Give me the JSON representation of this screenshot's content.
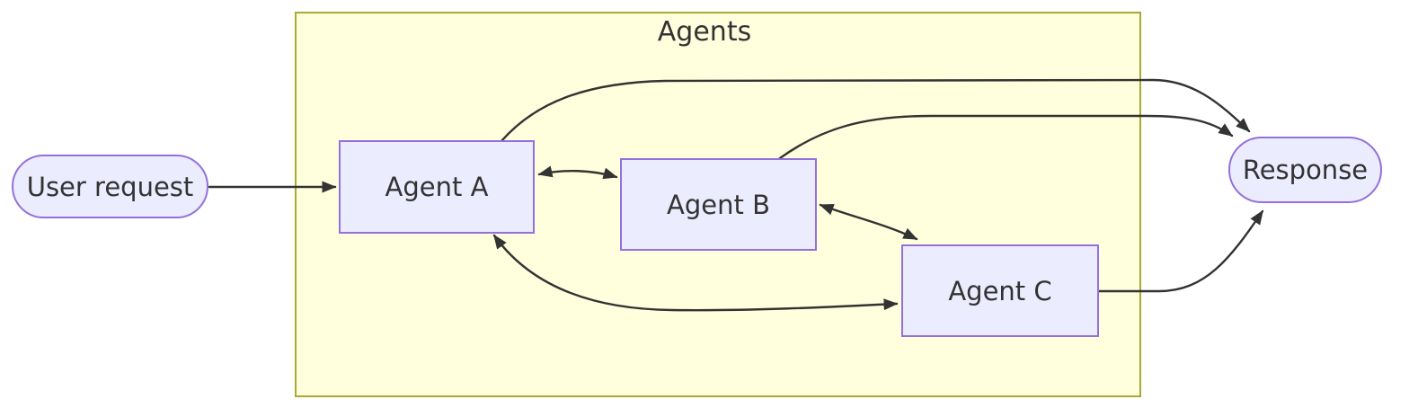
{
  "diagram": {
    "type": "flowchart",
    "direction": "left-to-right",
    "cluster": {
      "label": "Agents"
    },
    "nodes": {
      "user_request": {
        "label": "User request",
        "shape": "stadium"
      },
      "agent_a": {
        "label": "Agent A",
        "shape": "rectangle"
      },
      "agent_b": {
        "label": "Agent B",
        "shape": "rectangle"
      },
      "agent_c": {
        "label": "Agent C",
        "shape": "rectangle"
      },
      "response": {
        "label": "Response",
        "shape": "stadium"
      }
    },
    "edges": [
      {
        "from": "user_request",
        "to": "agent_a",
        "bidirectional": false
      },
      {
        "from": "agent_a",
        "to": "agent_b",
        "bidirectional": true
      },
      {
        "from": "agent_b",
        "to": "agent_c",
        "bidirectional": true
      },
      {
        "from": "agent_a",
        "to": "agent_c",
        "bidirectional": true
      },
      {
        "from": "agent_a",
        "to": "response",
        "bidirectional": false
      },
      {
        "from": "agent_b",
        "to": "response",
        "bidirectional": false
      },
      {
        "from": "agent_c",
        "to": "response",
        "bidirectional": false
      }
    ],
    "colors": {
      "node_fill": "#ECECFF",
      "node_border": "#9370DB",
      "cluster_fill": "#FFFFDE",
      "cluster_border": "#AAAA33",
      "edge": "#333333",
      "text": "#333333"
    }
  }
}
